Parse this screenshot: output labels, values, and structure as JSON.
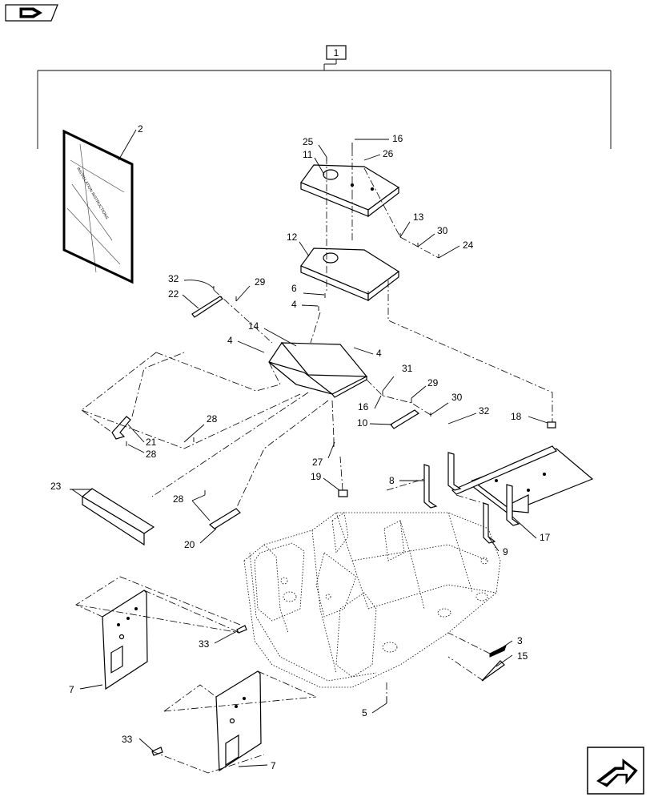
{
  "diagram": {
    "kit_label": "1",
    "callouts": [
      {
        "id": "c2",
        "text": "2"
      },
      {
        "id": "c25",
        "text": "25"
      },
      {
        "id": "c16a",
        "text": "16"
      },
      {
        "id": "c11",
        "text": "11"
      },
      {
        "id": "c26",
        "text": "26"
      },
      {
        "id": "c13",
        "text": "13"
      },
      {
        "id": "c30a",
        "text": "30"
      },
      {
        "id": "c12",
        "text": "12"
      },
      {
        "id": "c24",
        "text": "24"
      },
      {
        "id": "c32a",
        "text": "32"
      },
      {
        "id": "c29a",
        "text": "29"
      },
      {
        "id": "c22",
        "text": "22"
      },
      {
        "id": "c6",
        "text": "6"
      },
      {
        "id": "c4a",
        "text": "4"
      },
      {
        "id": "c14",
        "text": "14"
      },
      {
        "id": "c4b",
        "text": "4"
      },
      {
        "id": "c4c",
        "text": "4"
      },
      {
        "id": "c31",
        "text": "31"
      },
      {
        "id": "c29b",
        "text": "29"
      },
      {
        "id": "c16b",
        "text": "16"
      },
      {
        "id": "c30b",
        "text": "30"
      },
      {
        "id": "c10",
        "text": "10"
      },
      {
        "id": "c32b",
        "text": "32"
      },
      {
        "id": "c18",
        "text": "18"
      },
      {
        "id": "c28a",
        "text": "28"
      },
      {
        "id": "c21",
        "text": "21"
      },
      {
        "id": "c28b",
        "text": "28"
      },
      {
        "id": "c27",
        "text": "27"
      },
      {
        "id": "c19",
        "text": "19"
      },
      {
        "id": "c8",
        "text": "8"
      },
      {
        "id": "c23",
        "text": "23"
      },
      {
        "id": "c28c",
        "text": "28"
      },
      {
        "id": "c20",
        "text": "20"
      },
      {
        "id": "c17",
        "text": "17"
      },
      {
        "id": "c9",
        "text": "9"
      },
      {
        "id": "c3",
        "text": "3"
      },
      {
        "id": "c33a",
        "text": "33"
      },
      {
        "id": "c15",
        "text": "15"
      },
      {
        "id": "c7a",
        "text": "7"
      },
      {
        "id": "c5",
        "text": "5"
      },
      {
        "id": "c33b",
        "text": "33"
      },
      {
        "id": "c7b",
        "text": "7"
      }
    ],
    "icons": {
      "top_left": "book-pencil-icon",
      "bottom_right": "next-page-arrow-icon"
    }
  }
}
